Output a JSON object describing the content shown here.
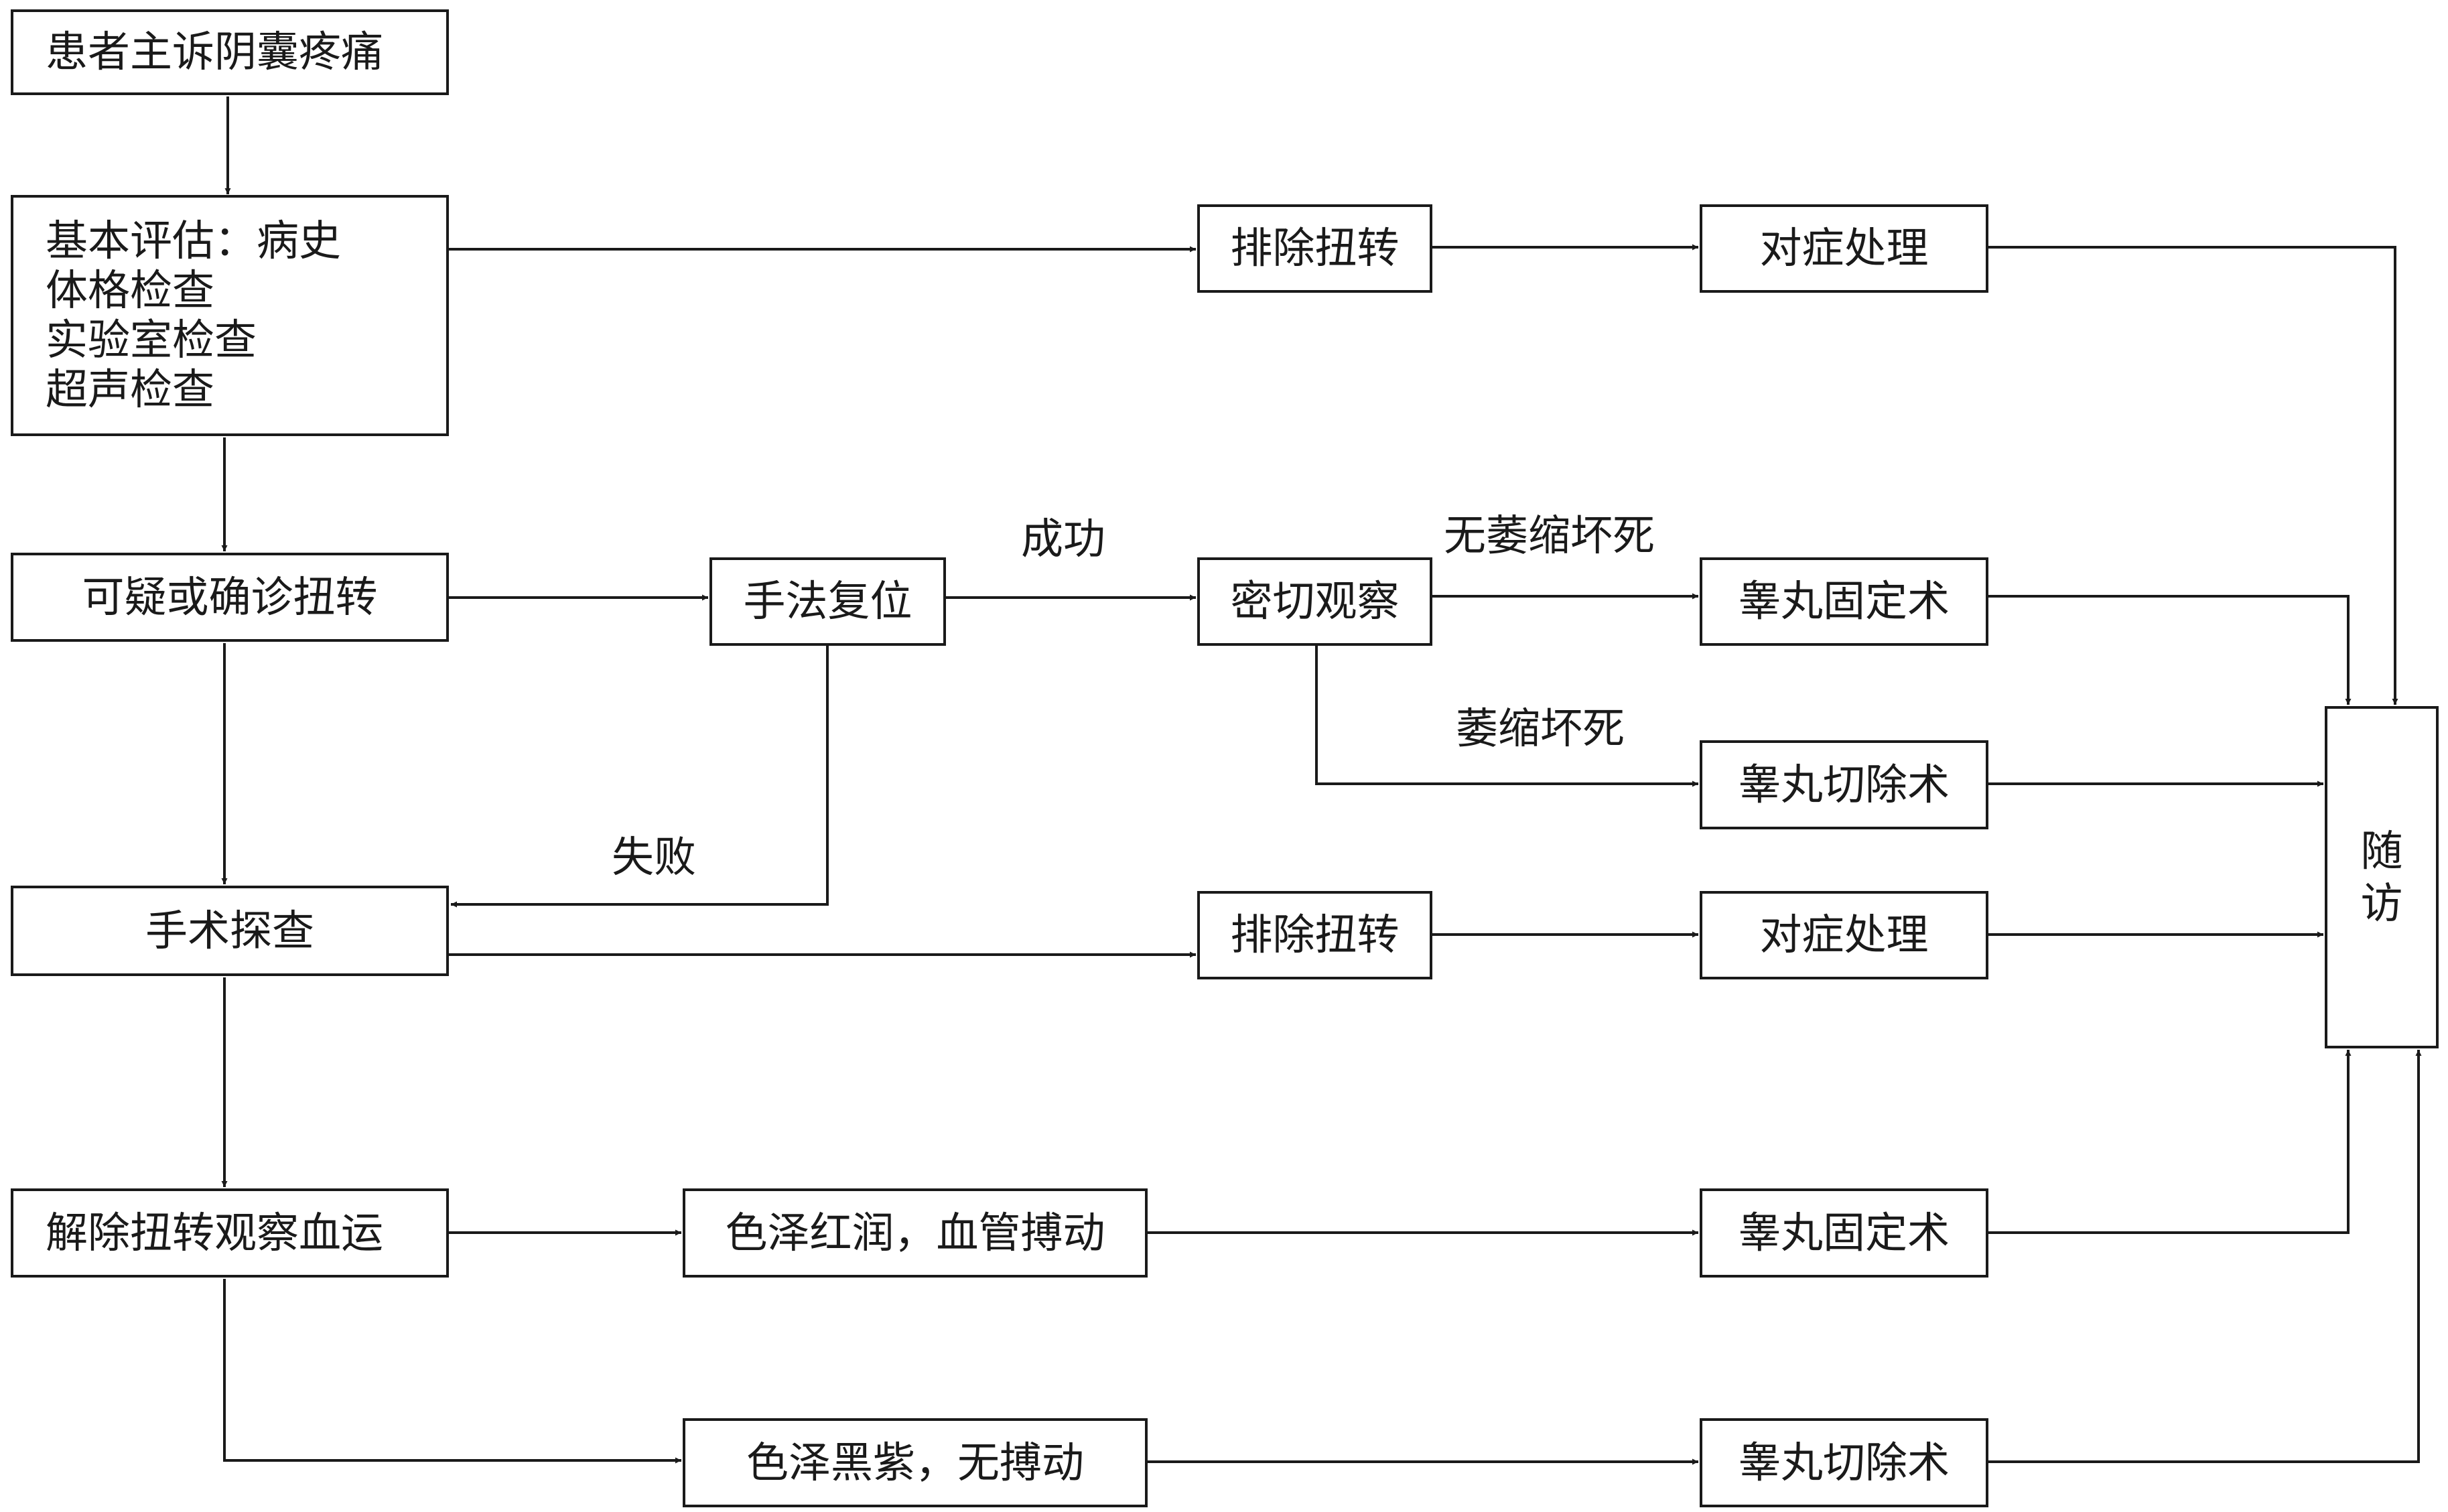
{
  "diagram": {
    "nodes": {
      "complaint": "患者主诉阴囊疼痛",
      "assessment": [
        "基本评估：病史",
        "体格检查",
        "实验室检查",
        "超声检查"
      ],
      "suspected": "可疑或确诊扭转",
      "manual": "手法复位",
      "exclude1": "排除扭转",
      "symptomatic1": "对症处理",
      "observe": "密切观察",
      "fixation1": "睾丸固定术",
      "orchiectomy1": "睾丸切除术",
      "surgery": "手术探查",
      "exclude2": "排除扭转",
      "symptomatic2": "对症处理",
      "detorsion": "解除扭转观察血运",
      "ruddy": "色泽红润，血管搏动",
      "fixation2": "睾丸固定术",
      "dark": "色泽黑紫，无搏动",
      "orchiectomy2": "睾丸切除术",
      "followup": [
        "随",
        "访"
      ]
    },
    "edge_labels": {
      "success": "成功",
      "failure": "失败",
      "no_necrosis": "无萎缩坏死",
      "necrosis": "萎缩坏死"
    },
    "colors": {
      "line": "#1a1a1a",
      "background": "#ffffff"
    }
  }
}
